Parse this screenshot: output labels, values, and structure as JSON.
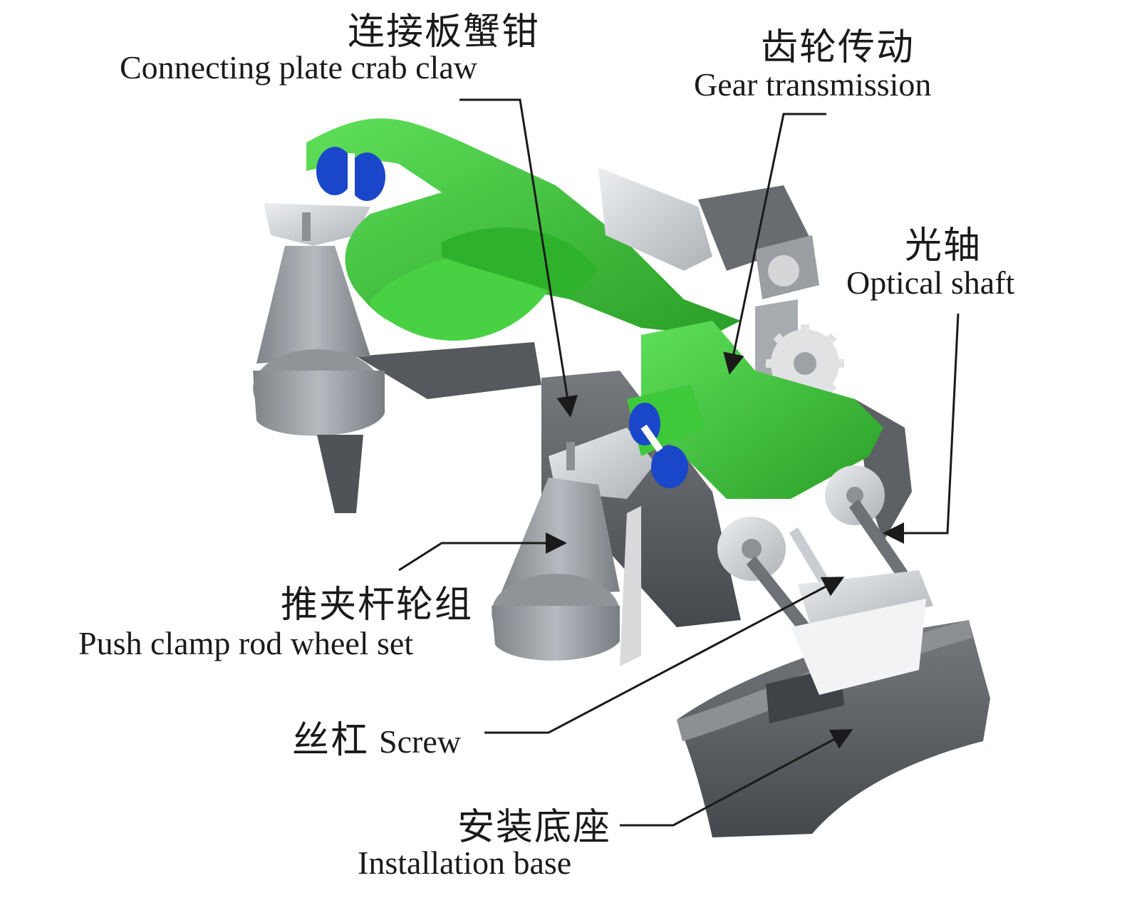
{
  "labels": {
    "crab_claw": {
      "zh": "连接板蟹钳",
      "en": "Connecting plate crab claw"
    },
    "gear": {
      "zh": "齿轮传动",
      "en": "Gear transmission"
    },
    "optical_shaft": {
      "zh": "光轴",
      "en": "Optical shaft"
    },
    "push_clamp": {
      "zh": "推夹杆轮组",
      "en": "Push clamp rod wheel set"
    },
    "screw": {
      "zh": "丝杠",
      "en": "Screw"
    },
    "base": {
      "zh": "安装底座",
      "en": "Installation base"
    }
  },
  "colors": {
    "claw_green": "#3ec93a",
    "claw_green_dark": "#2a9e27",
    "metal_light": "#d9dbdd",
    "metal_mid": "#a9adb2",
    "metal_dark": "#5e6166",
    "cone_gray": "#9ea3a8",
    "roller_blue": "#1a47c9",
    "line": "#1a1a1a"
  }
}
